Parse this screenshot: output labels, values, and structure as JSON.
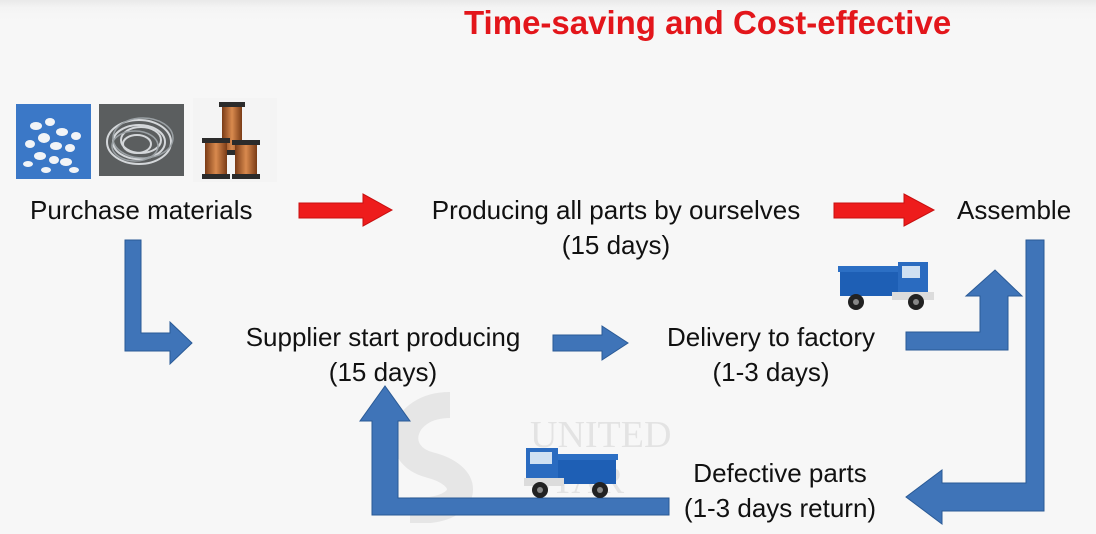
{
  "slide": {
    "title": "Time-saving and Cost-effective"
  },
  "nodes": {
    "purchase": "Purchase materials",
    "producing_line1": "Producing all parts by ourselves",
    "producing_line2": "(15 days)",
    "assemble": "Assemble",
    "supplier_line1": "Supplier start producing",
    "supplier_line2": "(15 days)",
    "delivery_line1": "Delivery to factory",
    "delivery_line2": "(1-3 days)",
    "defective_line1": "Defective parts",
    "defective_line2": "(1-3 days return)"
  },
  "watermark": {
    "text_line1": "UNITED",
    "text_line2": "STAR"
  },
  "colors": {
    "title": "#e3161b",
    "red_arrow": "#ee1c1c",
    "blue_arrow": "#3f74b8"
  },
  "icons": [
    "plastic-pellets-photo",
    "steel-wire-coil-photo",
    "copper-wire-spools-photo",
    "blue-truck-icon"
  ]
}
